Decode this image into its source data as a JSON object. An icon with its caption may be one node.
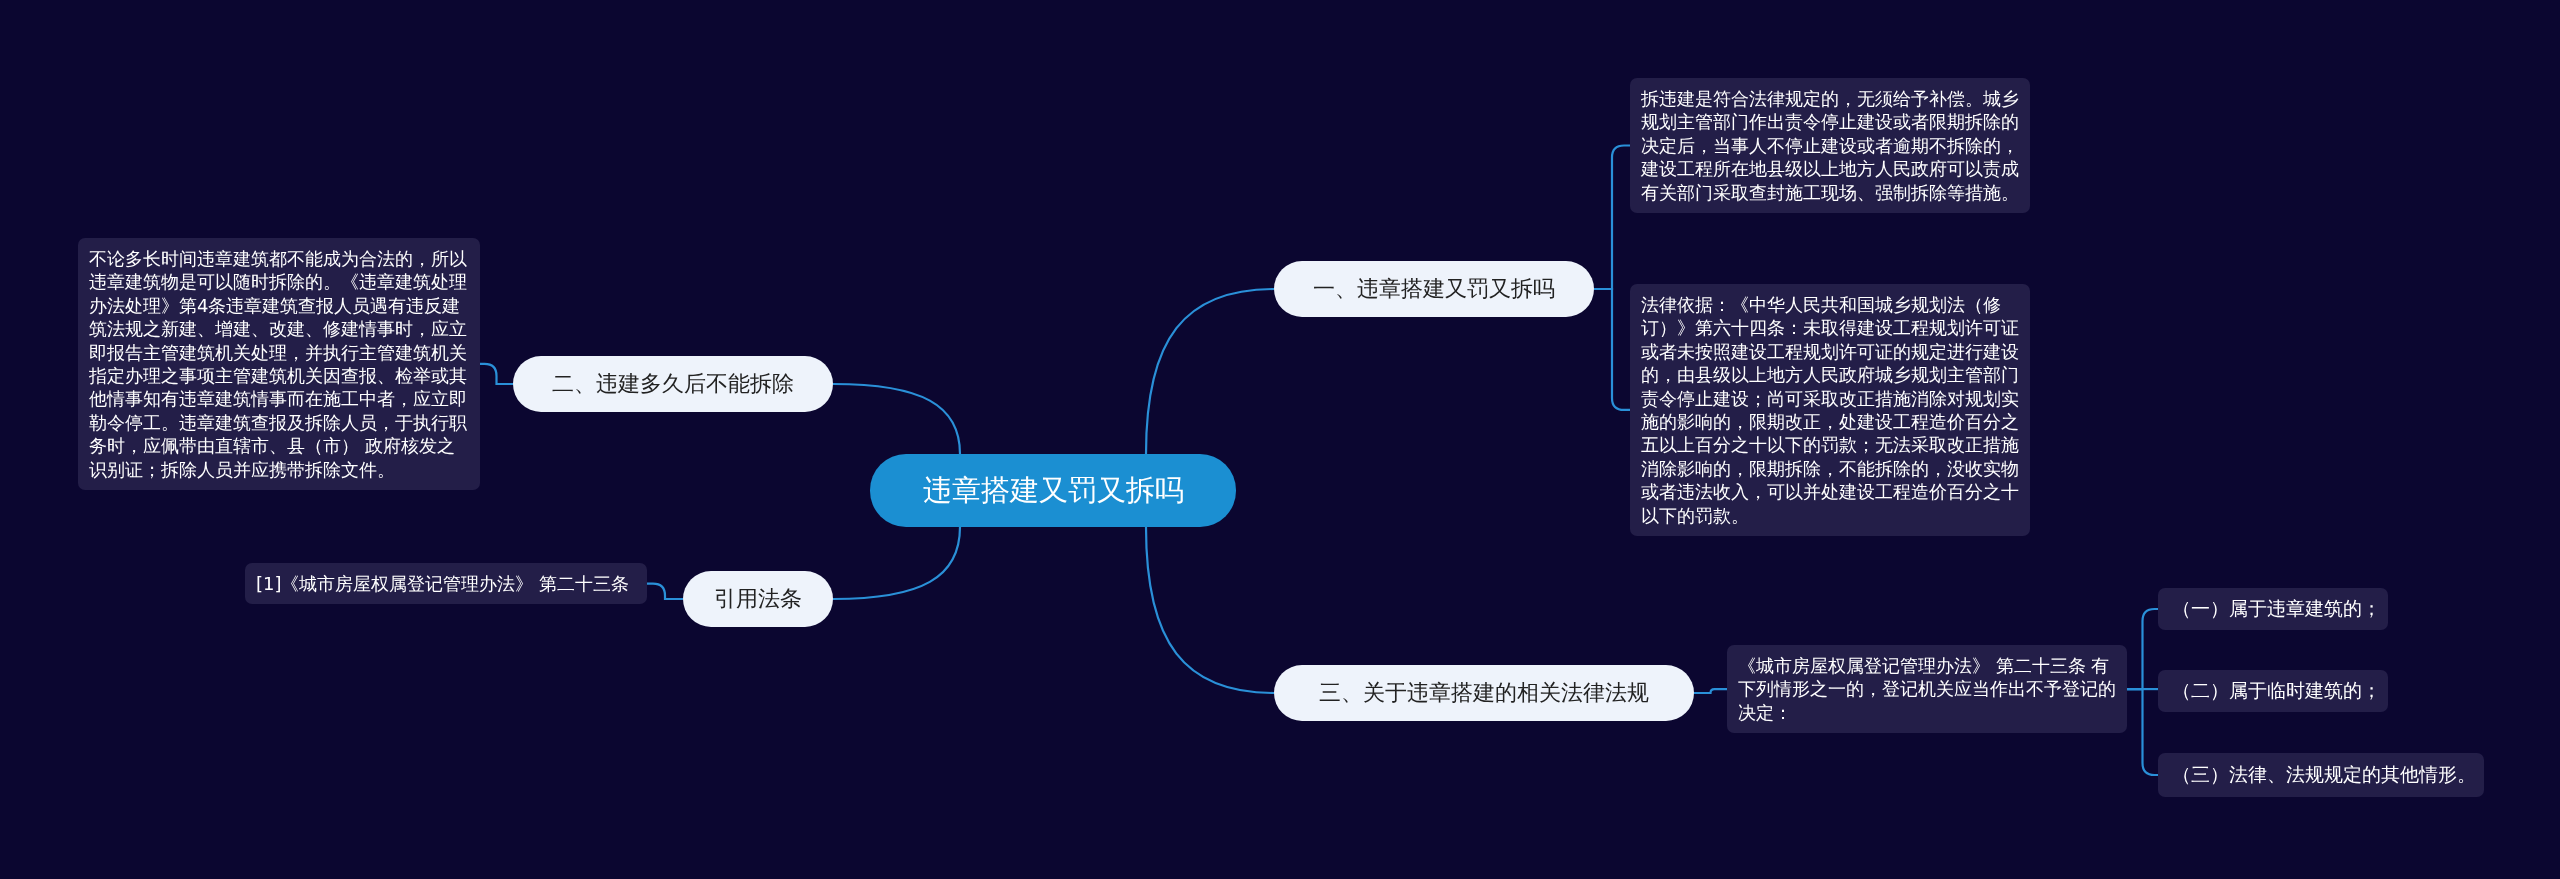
{
  "diagram": {
    "nodes": [
      {
        "text": [
          "违章搭建又罚又拆吗"
        ]
      },
      {
        "text": [
          "一、违章搭建又罚又拆吗"
        ]
      },
      {
        "text": [
          "拆违建是符合法律规定的，无须给予补偿。城乡规划主管部门作出责令停止建设或者限期拆除的决定后，当事人不停止建设或者逾期不拆除的，建设工程所在地县级以上地方人民政府可以责成有关部门采取查封施工现场、强制拆除等措施。"
        ]
      },
      {
        "text": [
          "法律依据：《中华人民共和国城乡规划法（修订）》第六十四条：未取得建设工程规划许可证或者未按照建设工程规划许可证的规定进行建设的，由县级以上地方人民政府城乡规划主管部门责令停止建设；尚可采取改正措施消除对规划实施的影响的，限期改正，处建设工程造价百分之五以上百分之十以下的罚款；无法采取改正措施消除影响的，限期拆除，不能拆除的，没收实物或者违法收入，可以并处建设工程造价百分之十以下的罚款。"
        ]
      },
      {
        "text": [
          "二、违建多久后不能拆除"
        ]
      },
      {
        "text": [
          "不论多长时间违章建筑都不能成为合法的，所以违章建筑物是可以随时拆除的。《违章建筑处理办法处理》第4条违章建筑查报人员遇有违反建筑法规之新建、增建、改建、修建情事时，应立即报告主管建筑机关处理，并执行主管建筑机关指定办理之事项主管建筑机关因查报、检举或其他情事知有违章建筑情事而在施工中者，应立即勒令停工。违章建筑查报及拆除人员，于执行职务时，应佩带由直辖市、县（市） 政府核发之识别证；拆除人员并应携带拆除文件。"
        ]
      },
      {
        "text": [
          "引用法条"
        ]
      },
      {
        "text": [
          "[1]《城市房屋权属登记管理办法》 第二十三条"
        ]
      },
      {
        "text": [
          "三、关于违章搭建的相关法律法规"
        ]
      },
      {
        "text": [
          "《城市房屋权属登记管理办法》 第二十三条 有下列情形之一的，登记机关应当作出不予登记的决定："
        ]
      },
      {
        "text": [
          "（一）属于违章建筑的；"
        ]
      },
      {
        "text": [
          "（二）属于临时建筑的；"
        ]
      },
      {
        "text": [
          "（三）法律、法规规定的其他情形。"
        ]
      }
    ],
    "edges": [
      {
        "from": 0,
        "to": 1,
        "arrow": "none"
      },
      {
        "from": 1,
        "to": 2,
        "arrow": "none"
      },
      {
        "from": 1,
        "to": 3,
        "arrow": "none"
      },
      {
        "from": 0,
        "to": 4,
        "arrow": "none"
      },
      {
        "from": 4,
        "to": 5,
        "arrow": "none"
      },
      {
        "from": 0,
        "to": 6,
        "arrow": "none"
      },
      {
        "from": 6,
        "to": 7,
        "arrow": "none"
      },
      {
        "from": 0,
        "to": 8,
        "arrow": "none"
      },
      {
        "from": 8,
        "to": 9,
        "arrow": "none"
      },
      {
        "from": 9,
        "to": 10,
        "arrow": "none"
      },
      {
        "from": 9,
        "to": 11,
        "arrow": "none"
      },
      {
        "from": 9,
        "to": 12,
        "arrow": "none"
      }
    ]
  }
}
